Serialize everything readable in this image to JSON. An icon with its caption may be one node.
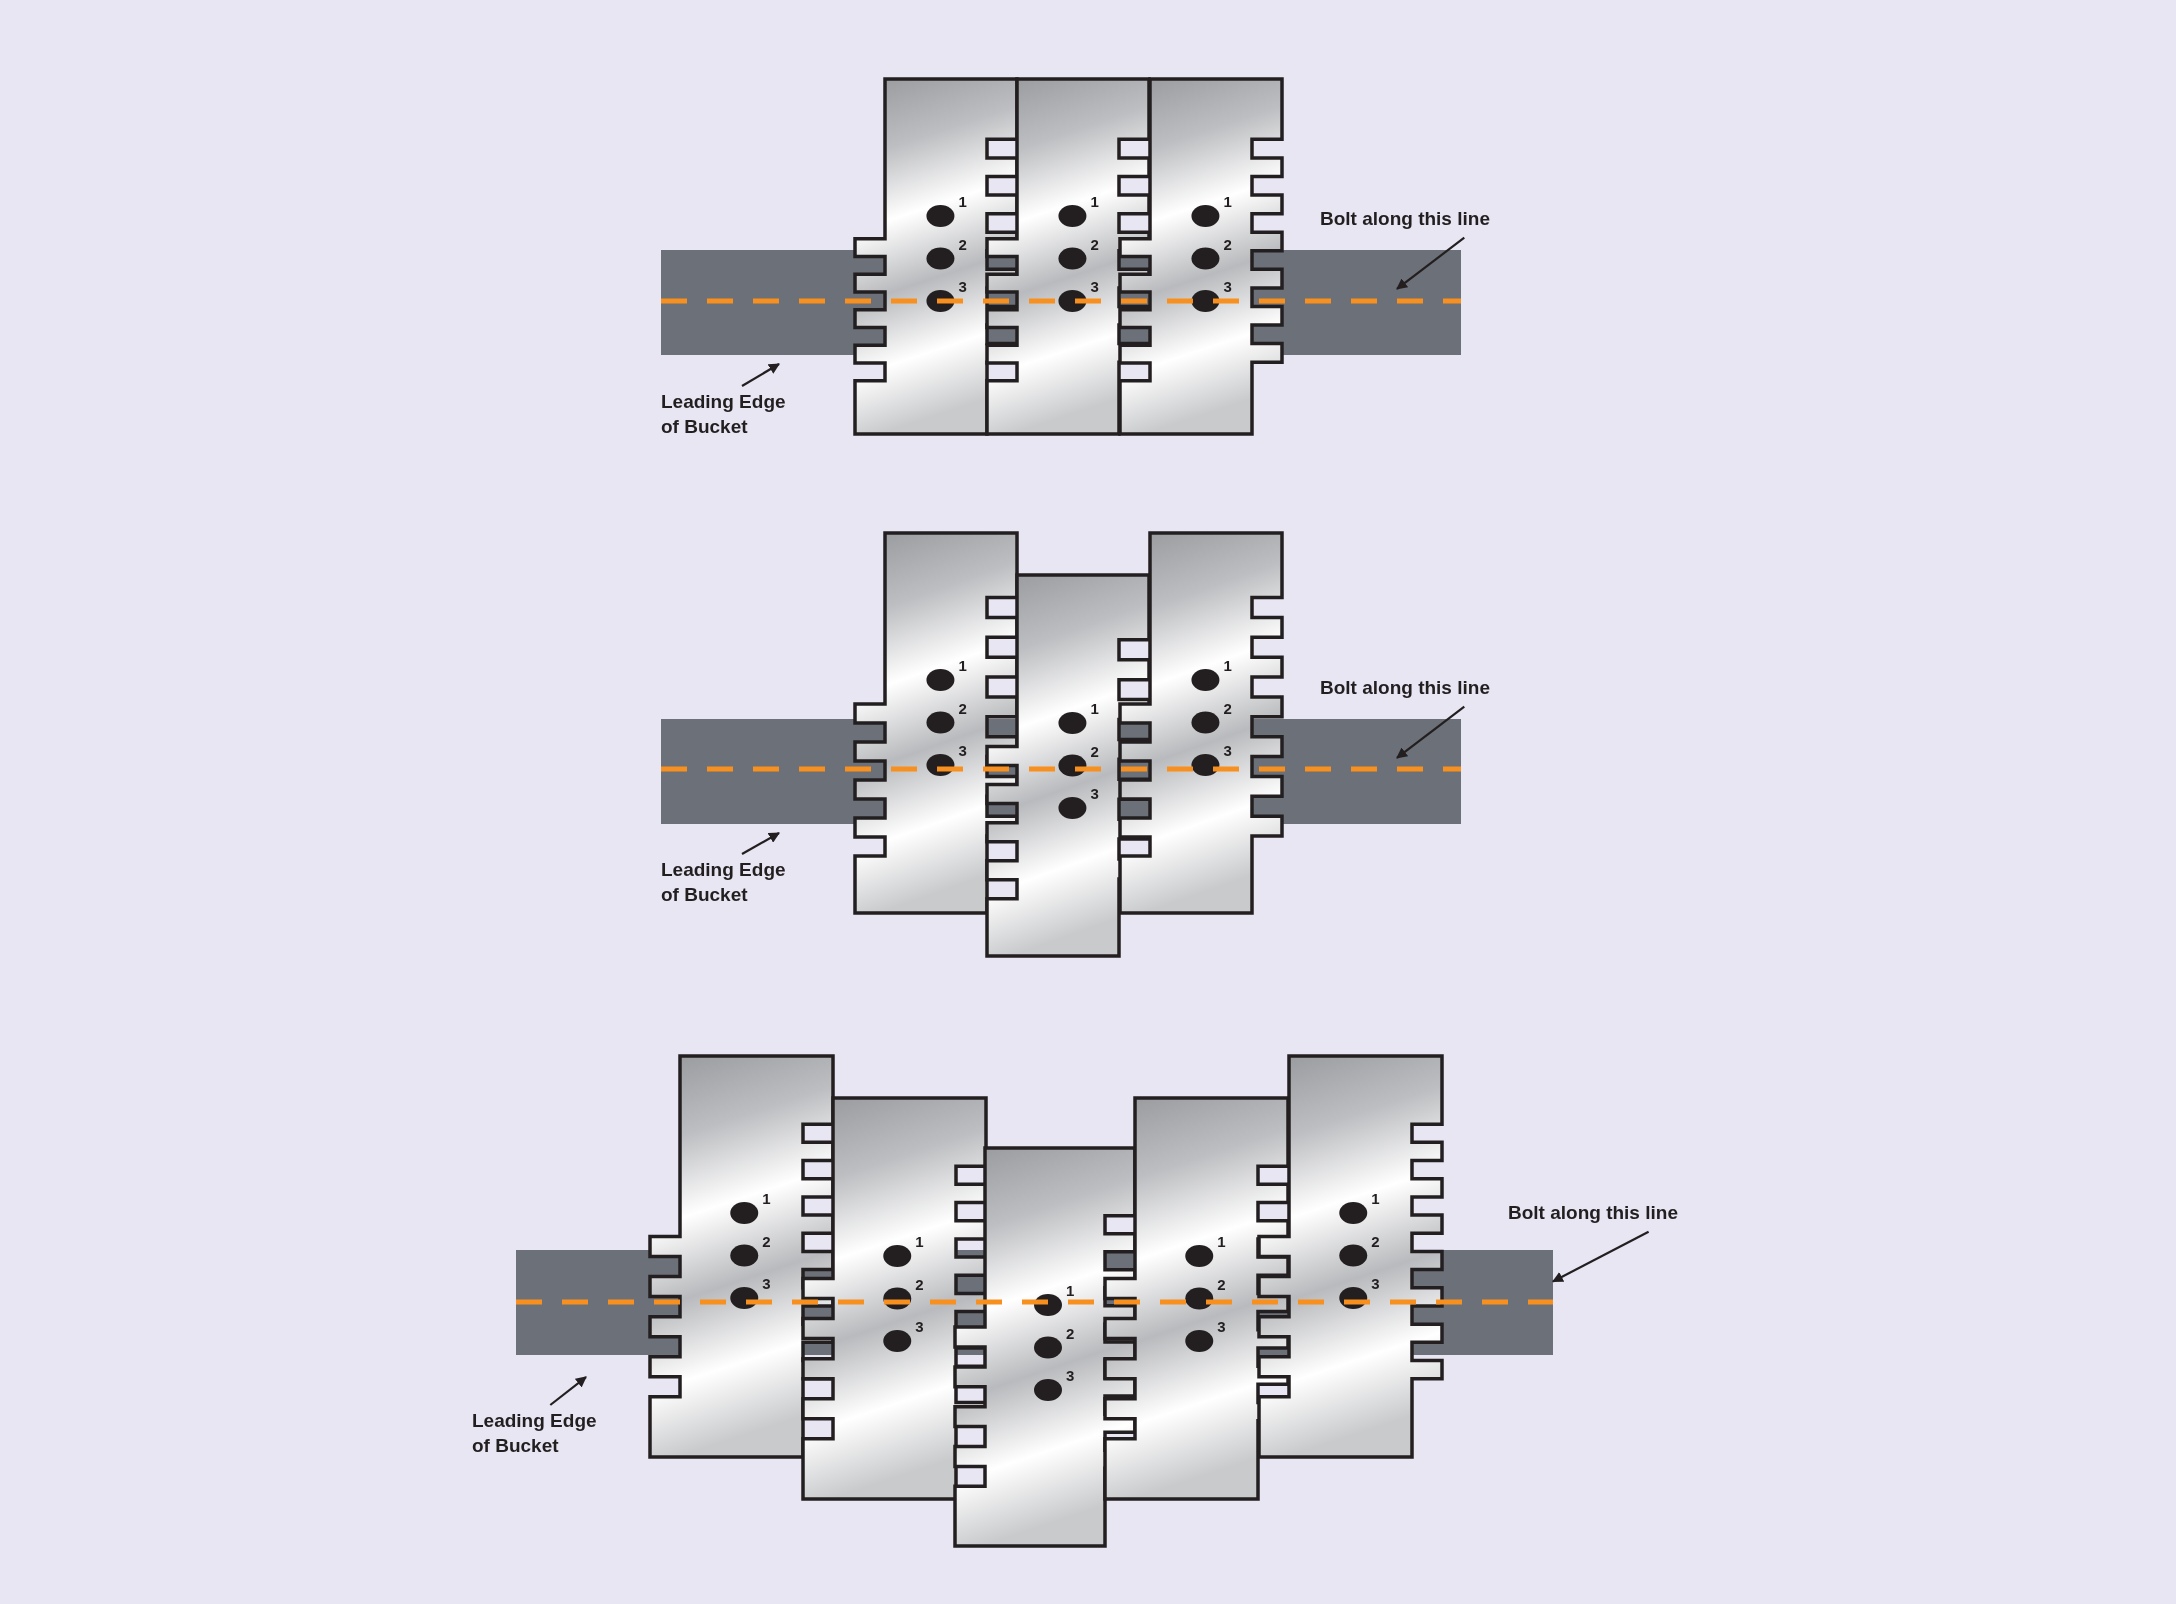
{
  "diagram": {
    "nodes": [
      {
        "text": [],
        "shape": "bar"
      },
      {
        "text": [
          "Bolt along this line"
        ]
      },
      {
        "text": [
          "Leading Edge of Bucket"
        ]
      },
      {
        "text": [],
        "shape": "bar"
      },
      {
        "text": [
          "Bolt along this line"
        ]
      },
      {
        "text": [
          "Leading Edge of Bucket"
        ]
      },
      {
        "text": [],
        "shape": "bar"
      },
      {
        "text": [
          "Bolt along this line"
        ]
      },
      {
        "text": [
          "Leading Edge of Bucket"
        ]
      }
    ],
    "edges": [
      {
        "from": 1,
        "to": 0,
        "arrow": "to"
      },
      {
        "from": 2,
        "to": 0,
        "arrow": "to"
      },
      {
        "from": 4,
        "to": 3,
        "arrow": "to"
      },
      {
        "from": 5,
        "to": 3,
        "arrow": "to"
      },
      {
        "from": 7,
        "to": 6,
        "arrow": "to"
      },
      {
        "from": 8,
        "to": 6,
        "arrow": "to"
      }
    ],
    "labels": [
      "1",
      "2",
      "3",
      "1",
      "2",
      "3",
      "1",
      "2",
      "3",
      "1",
      "2",
      "3",
      "1",
      "2",
      "3",
      "1",
      "2",
      "3",
      "1",
      "2",
      "3",
      "1",
      "2",
      "3",
      "1",
      "2",
      "3",
      "1",
      "2",
      "3",
      "1",
      "2",
      "3"
    ]
  }
}
